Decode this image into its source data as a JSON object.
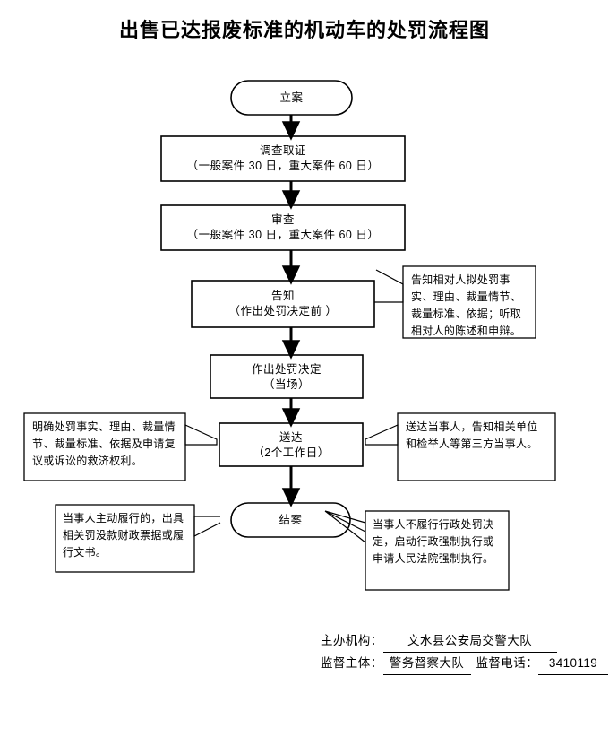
{
  "title": "出售已达报废标准的机动车的处罚流程图",
  "flow": {
    "nodes": [
      {
        "id": "node-liuan",
        "name": "立案",
        "shape": "stadium",
        "line1": "立案",
        "line2": ""
      },
      {
        "id": "node-diaocha",
        "name": "调查取证",
        "shape": "rect",
        "line1": "调查取证",
        "line2": "（一般案件 30 日，重大案件 60 日）"
      },
      {
        "id": "node-shencha",
        "name": "审查",
        "shape": "rect",
        "line1": "审查",
        "line2": "（一般案件 30 日，重大案件 60 日）"
      },
      {
        "id": "node-gaozhi",
        "name": "告知",
        "shape": "rect",
        "line1": "告知",
        "line2": "（作出处罚决定前 ）"
      },
      {
        "id": "node-juedin",
        "name": "作出处罚决定",
        "shape": "rect",
        "line1": "作出处罚决定",
        "line2": "（当场）"
      },
      {
        "id": "node-songda",
        "name": "送达",
        "shape": "rect",
        "line1": "送达",
        "line2": "（2个工作日）"
      },
      {
        "id": "node-jiean",
        "name": "结案",
        "shape": "stadium",
        "line1": "结案",
        "line2": ""
      }
    ],
    "notes": [
      {
        "id": "note-gaozhi",
        "side": "right",
        "attached_to": "告知",
        "text": "告知相对人拟处罚事实、理由、裁量情节、裁量标准、依据；听取相对人的陈述和申辩。"
      },
      {
        "id": "note-songda-left",
        "side": "left",
        "attached_to": "送达",
        "text": "明确处罚事实、理由、裁量情节、裁量标准、依据及申请复议或诉讼的救济权利。"
      },
      {
        "id": "note-songda-right",
        "side": "right",
        "attached_to": "送达",
        "text": "送达当事人，告知相关单位和检举人等第三方当事人。"
      },
      {
        "id": "note-jiean-left",
        "side": "left",
        "attached_to": "结案",
        "text": "当事人主动履行的，出具相关罚没款财政票据或履行文书。"
      },
      {
        "id": "note-jiean-right",
        "side": "right",
        "attached_to": "结案",
        "text": "当事人不履行行政处罚决定，启动行政强制执行或申请人民法院强制执行。"
      }
    ]
  },
  "footer": {
    "organizer_label": "主办机构：",
    "organizer_value": "文水县公安局交警大队",
    "supervisor_label": "监督主体：",
    "supervisor_value": "警务督察大队",
    "phone_label": "监督电话：",
    "phone_value": "3410119"
  },
  "colors": {
    "ink": "#000000",
    "paper": "#ffffff"
  }
}
